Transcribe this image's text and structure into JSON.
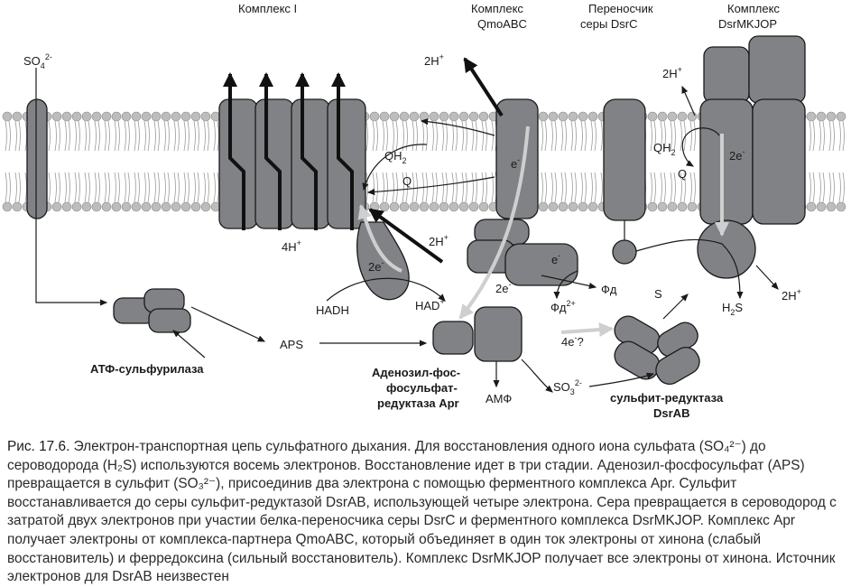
{
  "labels": {
    "complex1": "Комплекс I",
    "qmo": [
      "Комплекс",
      "QmoABC"
    ],
    "dsrc": [
      "Переносчик",
      "серы DsrC"
    ],
    "dsrmk": [
      "Комплекс",
      "DsrMKJOP"
    ],
    "so4": "SO",
    "so4_sub": "4",
    "so4_sup": "2-",
    "h2_qmo": "2H",
    "h_sup": "+",
    "e_minus": "e",
    "minus": "-",
    "h4": "4H",
    "qh2": "QH",
    "qh2_sub": "2",
    "q": "Q",
    "h2_mid": "2H",
    "e2": "2e",
    "nadh": "HADH",
    "nad": "HAD",
    "fd": "Фд",
    "fd2": "Фд",
    "fd2_sup": "2+",
    "aps": "APS",
    "atp_sulf": "АТФ-сульфурилаза",
    "apr_name": [
      "Аденозил-фос-",
      "фосульфат-",
      "редуктаза Apr"
    ],
    "amp": "АМФ",
    "so3": "SO",
    "so3_sub": "3",
    "so3_sup": "2-",
    "four_e": "4e",
    "four_e_q": "?",
    "s": "S",
    "dsrab": [
      "сульфит-редуктаза",
      "DsrAB"
    ],
    "h2_dsr_top": "2H",
    "qh2_r": "QH",
    "q_r": "Q",
    "e2_r": "2e",
    "h2_dsr_bot": "2H",
    "h2s": "H",
    "h2s_sub": "2",
    "h2s_s": "S"
  },
  "caption": {
    "fig": "Рис. 17.6.",
    "text": " Электрон-транспортная цепь сульфатного дыхания. Для восстановления одного иона сульфата (SO₄²⁻) до сероводорода (H₂S) используются восемь электронов. Восстановление идет в три стадии. Аденозил-фосфосульфат (APS) превращается в сульфит (SO₃²⁻), присоединив два электрона с помощью ферментного комплекса Apr. Сульфит восстанавливается до серы сульфит-редуктазой DsrAB, использующей четыре электрона. Сера превращается в сероводород с затратой двух электронов при участии белка-переносчика серы DsrC и ферментного комплекса DsrMKJOP. Комплекс Apr получает электроны от комплекса-партнера QmoABC, который объединяет в один ток электроны от хинона (слабый восстановитель) и ферредоксина (сильный восстановитель). Комплекс DsrMKJOP получает все электроны от хинона. Источник электронов для DsrAB неизвестен"
  },
  "colors": {
    "protein": "#808285",
    "lipid_head": "#bdbdbd",
    "gray_arrow": "#cfcfcf"
  }
}
